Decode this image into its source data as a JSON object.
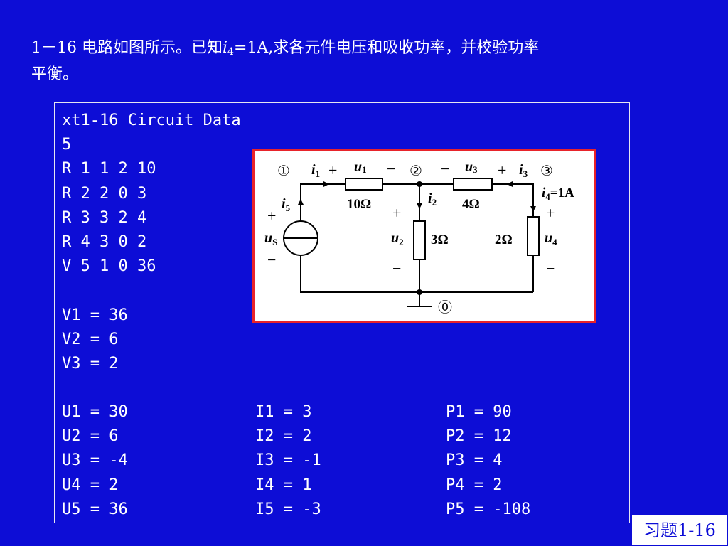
{
  "problem": {
    "before": "1－16 电路如图所示。已知",
    "var": "i",
    "sub": "4",
    "after": "=1A,求各元件电压和吸收功率，并校验功率",
    "line2": "平衡。"
  },
  "listing": {
    "title": "xt1-16 Circuit Data",
    "count": "5",
    "elements": [
      "R 1 1 2 10",
      "R 2 2 0 3",
      "R 3 3 2 4",
      "R 4 3 0 2",
      "V 5 1 0 36"
    ],
    "node_voltages": [
      "V1 = 36",
      "V2 = 6",
      "V3 = 2"
    ]
  },
  "results": {
    "voltages": [
      "U1 = 30",
      "U2 = 6",
      "U3 = -4",
      "U4 = 2",
      "U5 = 36"
    ],
    "currents": [
      "I1 = 3",
      "I2 = 2",
      "I3 = -1",
      "I4 = 1",
      "I5 = -3"
    ],
    "powers": [
      "P1 = 90",
      "P2 = 12",
      "P3 = 4",
      "P4 = 2",
      "P5 = -108"
    ]
  },
  "circuit": {
    "node1": "①",
    "node2": "②",
    "node3": "③",
    "node0": "⓪",
    "i1": "i",
    "i1_sub": "1",
    "u1": "u",
    "u1_sub": "1",
    "u3": "u",
    "u3_sub": "3",
    "i3": "i",
    "i3_sub": "3",
    "i2": "i",
    "i2_sub": "2",
    "i5": "i",
    "i5_sub": "5",
    "i4": "i",
    "i4_sub": "4",
    "i4_value": "=1A",
    "us": "u",
    "us_sub": "S",
    "u2": "u",
    "u2_sub": "2",
    "u4": "u",
    "u4_sub": "4",
    "r1": "10Ω",
    "r2": "3Ω",
    "r3": "4Ω",
    "r4": "2Ω",
    "plus": "+",
    "minus": "−"
  },
  "slide_label": "习题1-16"
}
